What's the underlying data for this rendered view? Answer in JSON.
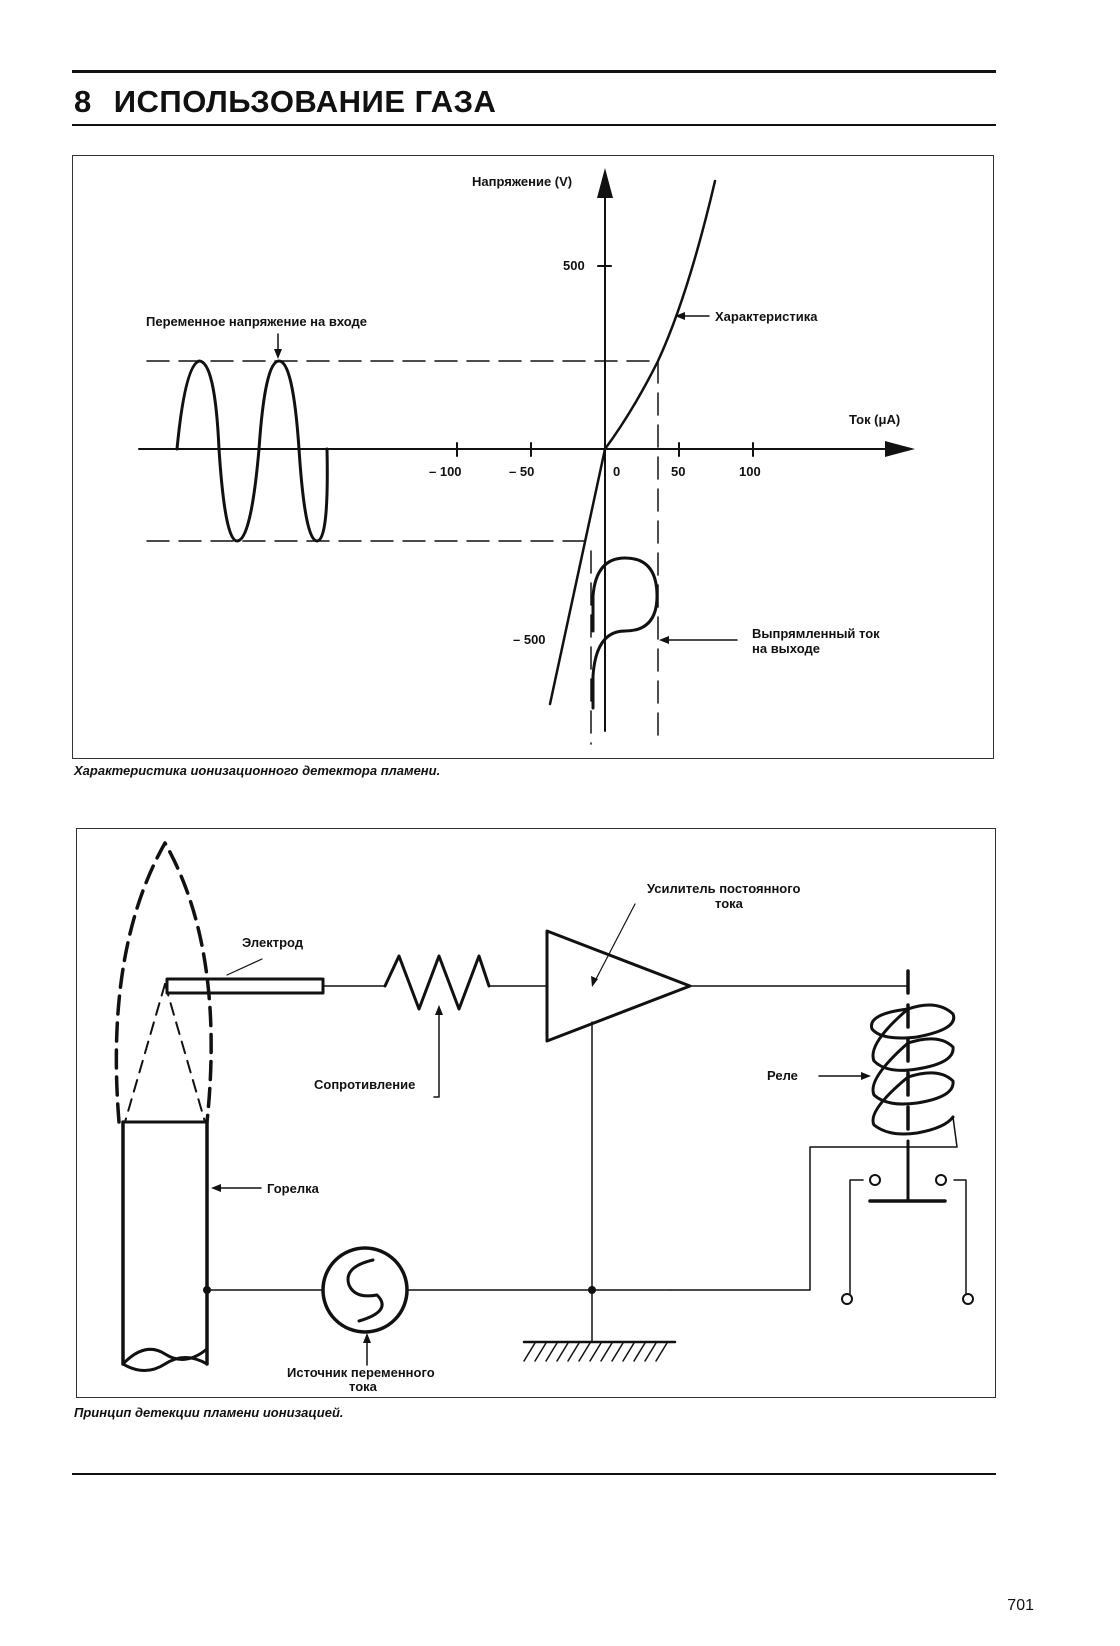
{
  "header": {
    "chapter_number": "8",
    "chapter_title": "ИСПОЛЬЗОВАНИЕ ГАЗА"
  },
  "figure1": {
    "y_axis_label": "Напряжение (V)",
    "x_axis_label": "Ток (μA)",
    "y_tick_500": "500",
    "y_tick_neg500": "– 500",
    "x_tick_neg100": "– 100",
    "x_tick_neg50": "– 50",
    "x_tick_0": "0",
    "x_tick_50": "50",
    "x_tick_100": "100",
    "label_input": "Переменное напряжение на входе",
    "label_characteristic": "Характеристика",
    "label_output_line1": "Выпрямленный ток",
    "label_output_line2": "на выходе",
    "caption": "Характеристика ионизационного детектора пламени."
  },
  "figure2": {
    "label_electrode": "Электрод",
    "label_resistor": "Сопротивление",
    "label_amplifier_line1": "Усилитель постоянного",
    "label_amplifier_line2": "тока",
    "label_relay": "Реле",
    "label_burner": "Горелка",
    "label_source_line1": "Источник переменного",
    "label_source_line2": "тока",
    "caption": "Принцип детекции пламени ионизацией."
  },
  "footer": {
    "page_number": "701"
  }
}
